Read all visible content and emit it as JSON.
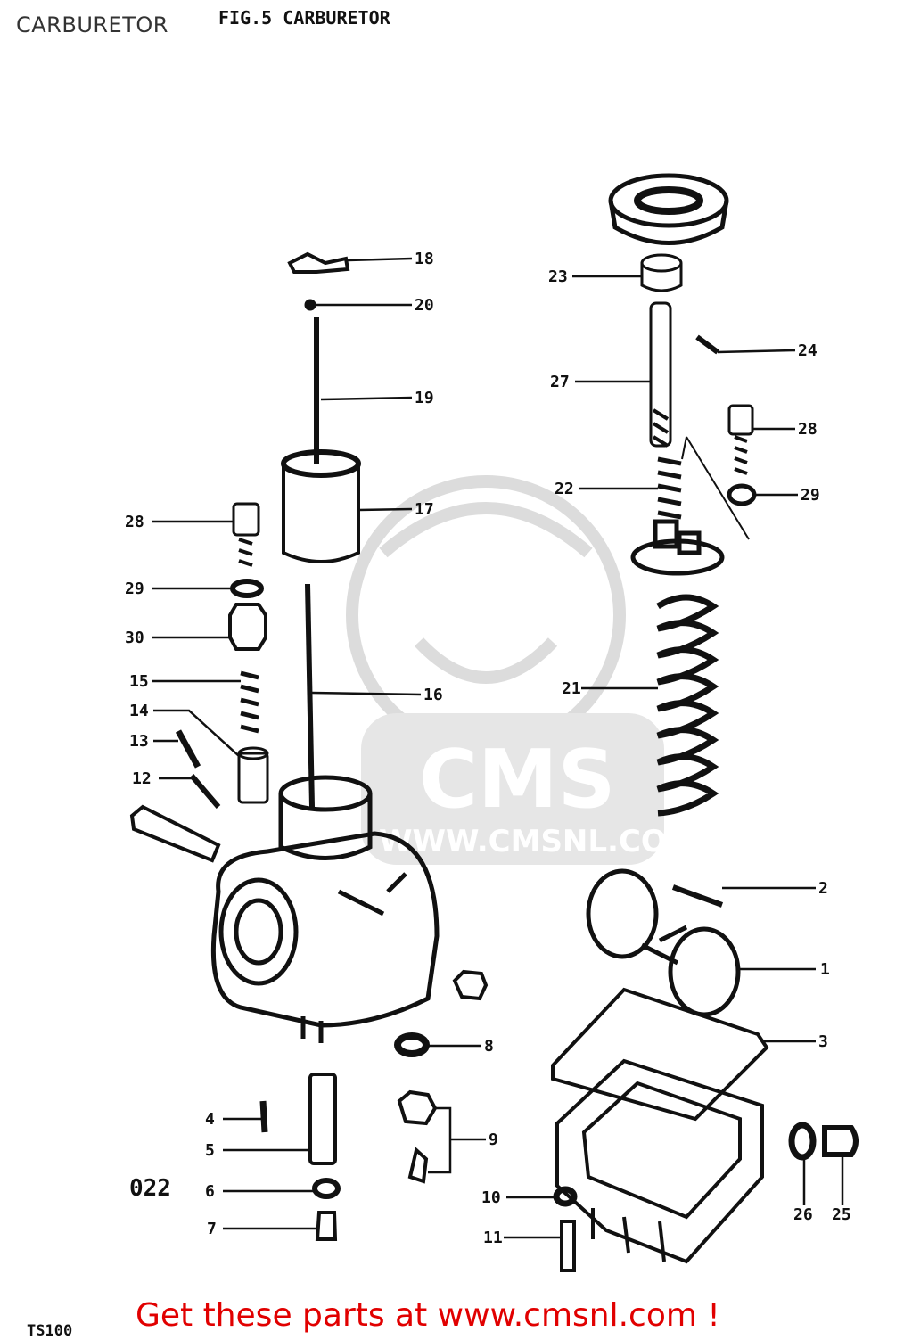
{
  "page_title": "CARBURETOR",
  "figure_title": "FIG.5  CARBURETOR",
  "ref_code": "022",
  "model_code": "TS100",
  "cta": {
    "text": "Get these parts at www.cmsnl.com !",
    "color": "#e10000"
  },
  "watermark": {
    "brand": "CMS",
    "url": "WWW.CMSNL.COM",
    "color": "#d9d9d9"
  },
  "callouts": [
    "18",
    "20",
    "19",
    "17",
    "16",
    "28",
    "29",
    "30",
    "15",
    "14",
    "13",
    "12",
    "23",
    "24",
    "27",
    "28",
    "22",
    "29",
    "21",
    "2",
    "1",
    "3",
    "8",
    "9",
    "4",
    "5",
    "6",
    "7",
    "10",
    "11",
    "26",
    "25"
  ]
}
